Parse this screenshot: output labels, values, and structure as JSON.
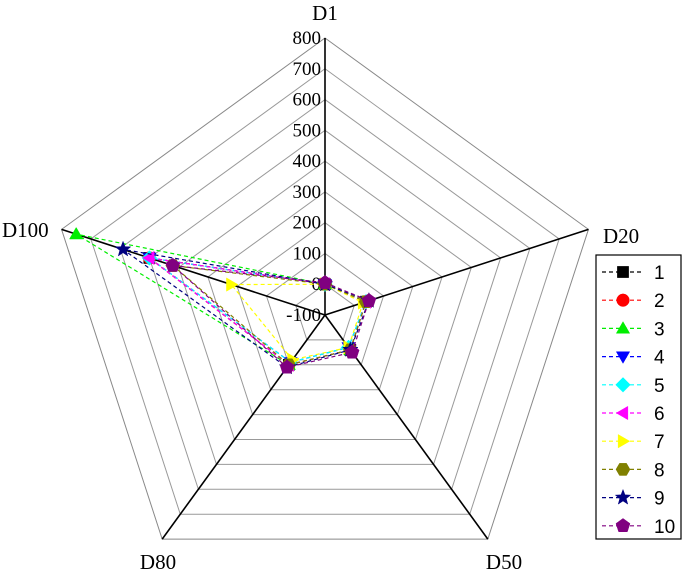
{
  "chart_data": {
    "type": "radar",
    "axes": [
      "D1",
      "D20",
      "D50",
      "D80",
      "D100"
    ],
    "rlim": [
      -100,
      800
    ],
    "tick_labels": [
      "-100",
      "0",
      "100",
      "200",
      "300",
      "400",
      "500",
      "600",
      "700",
      "800"
    ],
    "grid": true,
    "legend_position": "right",
    "series": [
      {
        "name": "1",
        "values": [
          0,
          40,
          40,
          100,
          500
        ],
        "color": "#000000",
        "marker": "square"
      },
      {
        "name": "2",
        "values": [
          0,
          40,
          40,
          100,
          500
        ],
        "color": "#ff0000",
        "marker": "circle"
      },
      {
        "name": "3",
        "values": [
          0,
          40,
          40,
          100,
          750
        ],
        "color": "#00ee00",
        "marker": "triangle-up"
      },
      {
        "name": "4",
        "values": [
          0,
          40,
          30,
          90,
          500
        ],
        "color": "#0000ff",
        "marker": "triangle-down"
      },
      {
        "name": "5",
        "values": [
          0,
          40,
          30,
          90,
          500
        ],
        "color": "#00ffff",
        "marker": "diamond"
      },
      {
        "name": "6",
        "values": [
          0,
          40,
          40,
          100,
          500
        ],
        "color": "#ff00ff",
        "marker": "triangle-left"
      },
      {
        "name": "7",
        "values": [
          0,
          30,
          30,
          80,
          220
        ],
        "color": "#ffff00",
        "marker": "triangle-right"
      },
      {
        "name": "8",
        "values": [
          0,
          40,
          40,
          100,
          420
        ],
        "color": "#808000",
        "marker": "hexagon"
      },
      {
        "name": "9",
        "values": [
          0,
          50,
          40,
          110,
          590
        ],
        "color": "#000080",
        "marker": "star"
      },
      {
        "name": "10",
        "values": [
          5,
          50,
          50,
          110,
          420
        ],
        "color": "#800080",
        "marker": "pentagon"
      }
    ]
  }
}
